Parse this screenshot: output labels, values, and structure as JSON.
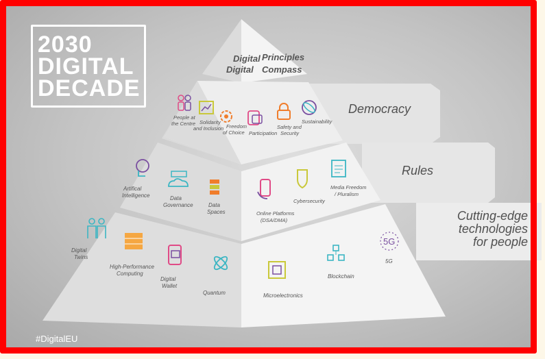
{
  "title": {
    "line1": "2030",
    "line2": "DIGITAL",
    "line3": "DECADE"
  },
  "hashtag": "#DigitalEU",
  "apex": {
    "word_digital_left": "Digital",
    "word_digital_right": "Digital",
    "word_principles": "Principles",
    "word_compass": "Compass"
  },
  "tiers": [
    {
      "label": "Democracy"
    },
    {
      "label": "Rules"
    },
    {
      "label_lines": [
        "Cutting-edge",
        "technologies",
        "for people"
      ]
    }
  ],
  "principles": {
    "left": [
      {
        "lines": [
          "People at",
          "the Centre"
        ]
      },
      {
        "lines": [
          "Solidarity",
          "and Inclusion"
        ]
      },
      {
        "lines": [
          "Freedom",
          "of Choice"
        ]
      }
    ],
    "right": [
      {
        "lines": [
          "Participation"
        ]
      },
      {
        "lines": [
          "Safety and",
          "Security"
        ]
      },
      {
        "lines": [
          "Sustainability"
        ]
      }
    ]
  },
  "rules": {
    "left": [
      {
        "lines": [
          "Artifical",
          "Intelligence"
        ]
      },
      {
        "lines": [
          "Data",
          "Governance"
        ]
      },
      {
        "lines": [
          "Data",
          "Spaces"
        ]
      }
    ],
    "right": [
      {
        "lines": [
          "Online Platforms",
          "(DSA/DMA)"
        ]
      },
      {
        "lines": [
          "Cybersecurity"
        ]
      },
      {
        "lines": [
          "Media Freedom",
          "/ Pluralism"
        ]
      }
    ]
  },
  "tech": {
    "left": [
      {
        "lines": [
          "Digital",
          "Twins"
        ]
      },
      {
        "lines": [
          "High-Performance",
          "Computing"
        ]
      },
      {
        "lines": [
          "Digital",
          "Wallet"
        ]
      },
      {
        "lines": [
          "Quantum"
        ]
      }
    ],
    "right": [
      {
        "lines": [
          "Microelectronics"
        ]
      },
      {
        "lines": [
          "Blockchain"
        ]
      },
      {
        "lines": [
          "5G"
        ]
      }
    ]
  },
  "colors": {
    "frame": "#ff0000",
    "orange": "#f07d2b",
    "teal": "#3bb6c3",
    "purple": "#7a4fa0",
    "pink": "#e04a86",
    "yellow": "#c9c83a",
    "red_text": "#e5352a"
  },
  "icons": [
    "people-icon",
    "chart-icon",
    "gear-icon",
    "hand-icon",
    "lock-icon",
    "leaf-icon",
    "head-icon",
    "cloud-icon",
    "layers-icon",
    "phone-icon",
    "shield-icon",
    "news-icon",
    "twins-icon",
    "server-icon",
    "wallet-icon",
    "atom-icon",
    "chip-icon",
    "blockchain-icon",
    "5g-icon"
  ]
}
